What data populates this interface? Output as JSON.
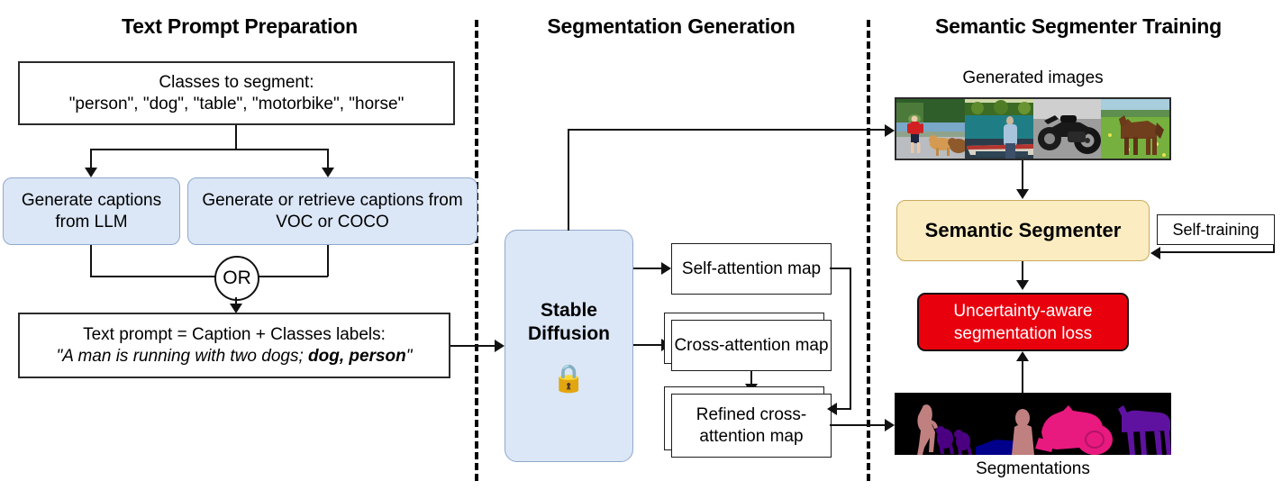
{
  "columns": [
    {
      "title": "Text Prompt Preparation"
    },
    {
      "title": "Segmentation Generation"
    },
    {
      "title": "Semantic Segmenter Training"
    }
  ],
  "left": {
    "classes_box": {
      "line1": "Classes to segment:",
      "line2": "\"person\", \"dog\", \"table\", \"motorbike\", \"horse\""
    },
    "caption_llm": "Generate captions from LLM",
    "caption_voc": "Generate or retrieve captions from VOC or COCO",
    "or_label": "OR",
    "prompt_box": {
      "line1": "Text prompt = Caption + Classes labels:",
      "line2_pre": "\"A man is running with two dogs; ",
      "line2_bold": "dog, person",
      "line2_post": "\""
    }
  },
  "middle": {
    "stable_diffusion": "Stable Diffusion",
    "lock_icon": "🔒",
    "self_attention": "Self-attention map",
    "cross_attention": "Cross-attention map",
    "refined_cross_attention": "Refined cross-attention map"
  },
  "right": {
    "generated_images_label": "Generated images",
    "semantic_segmenter": "Semantic Segmenter",
    "self_training": "Self-training",
    "loss": "Uncertainty-aware segmentation loss",
    "segmentations_label": "Segmentations"
  },
  "colors": {
    "blue_fill": "#dbe6f6",
    "yellow_fill": "#fcecc2",
    "loss_red": "#e8000d",
    "stroke": "#1c1c1c",
    "seg_person": "#c08080",
    "seg_dog": "#4b0082",
    "seg_boat": "#00008b",
    "seg_motorbike": "#e8197f",
    "seg_horse": "#5f12a0",
    "seg_background": "#000000"
  }
}
